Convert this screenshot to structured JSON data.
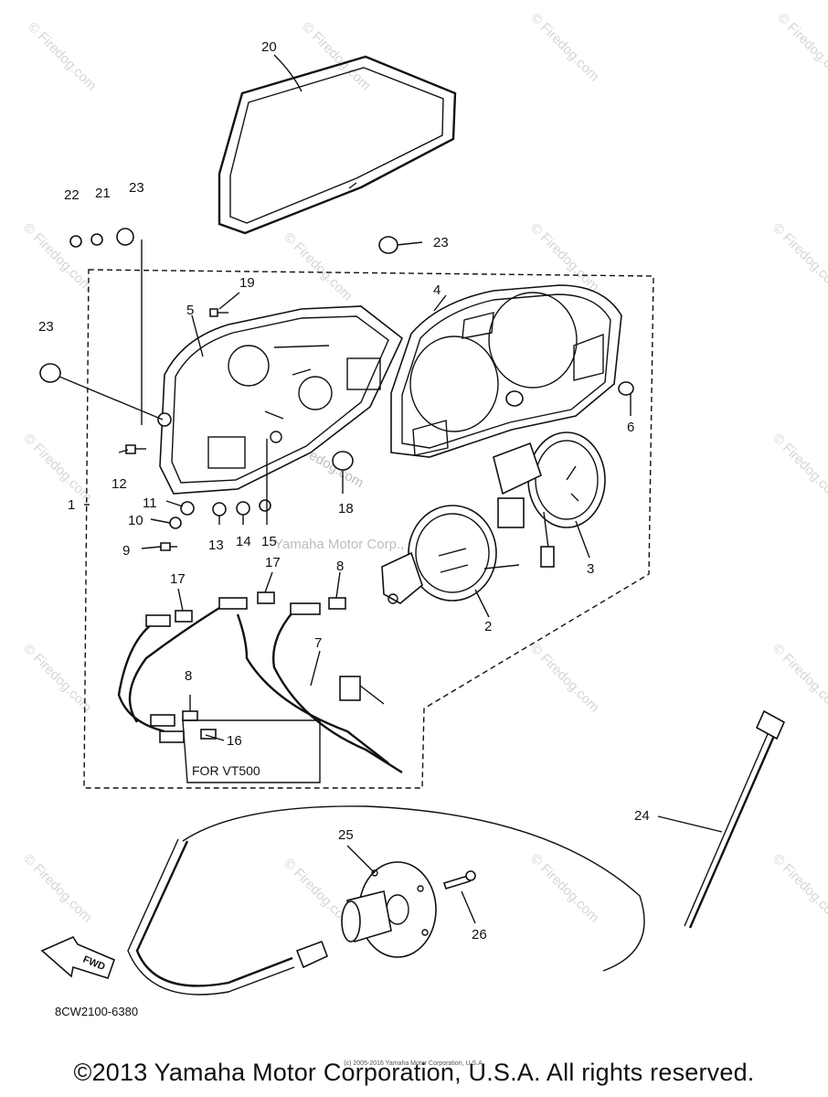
{
  "diagram": {
    "callouts": {
      "c1": "1",
      "c2": "2",
      "c3": "3",
      "c4": "4",
      "c5": "5",
      "c6": "6",
      "c7": "7",
      "c8a": "8",
      "c8b": "8",
      "c9": "9",
      "c10": "10",
      "c11": "11",
      "c12": "12",
      "c13": "13",
      "c14": "14",
      "c15": "15",
      "c16": "16",
      "c17a": "17",
      "c17b": "17",
      "c18": "18",
      "c19": "19",
      "c20": "20",
      "c21": "21",
      "c22": "22",
      "c23a": "23",
      "c23b": "23",
      "c23c": "23",
      "c24": "24",
      "c25": "25",
      "c26": "26"
    },
    "box_label": "FOR VT500",
    "fwd_label": "FWD",
    "part_code": "8CW2100-6380",
    "watermark_text": "© Firedog.com",
    "center_watermark_1": "Firedog.com",
    "center_watermark_2": "Yamaha Motor Corp., U.S.A."
  },
  "footer": {
    "copyright": "©2013 Yamaha Motor Corporation, U.S.A. All rights reserved.",
    "micro_notice": "(c) 2005-2016 Yamaha Motor Corporation, U.S.A."
  }
}
